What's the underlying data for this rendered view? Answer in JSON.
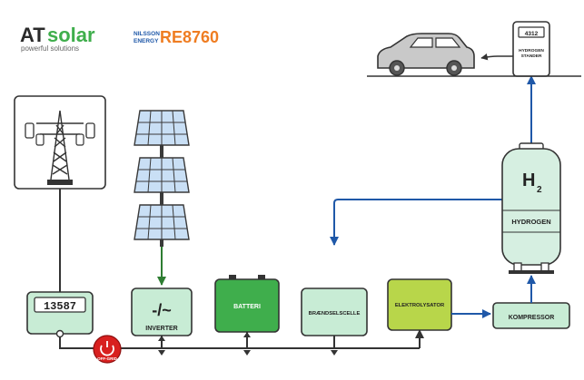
{
  "brand": {
    "at_logo": "AT",
    "solar_logo": "solar",
    "tagline": "powerful solutions",
    "nilsson_line1": "NILSSON",
    "nilsson_line2": "ENERGY",
    "product": "RE8760"
  },
  "meter": {
    "value": "13587"
  },
  "inverter": {
    "symbol": "-/~",
    "label": "INVERTER"
  },
  "battery": {
    "label": "BATTERI"
  },
  "fuelcell": {
    "label": "BRÆNDSELSCELLE"
  },
  "electrolyser": {
    "label": "ELEKTROLYSATOR"
  },
  "compressor": {
    "label": "KOMPRESSOR"
  },
  "tank": {
    "symbol": "H",
    "subscript": "2",
    "label": "HYDROGEN"
  },
  "station": {
    "display": "4312",
    "line1": "HYDROGEN",
    "line2": "STANDER"
  },
  "offgrid": {
    "label": "OFF-GRID"
  },
  "colors": {
    "green_dark": "#2e7d32",
    "green_box": "#c8ecd5",
    "battery_green": "#3fae4c",
    "electrolyser_green": "#b8d64a",
    "blue_line": "#1f58a8",
    "orange": "#ef7d22",
    "red": "#d8201f",
    "tank_fill": "#d6efe1"
  }
}
